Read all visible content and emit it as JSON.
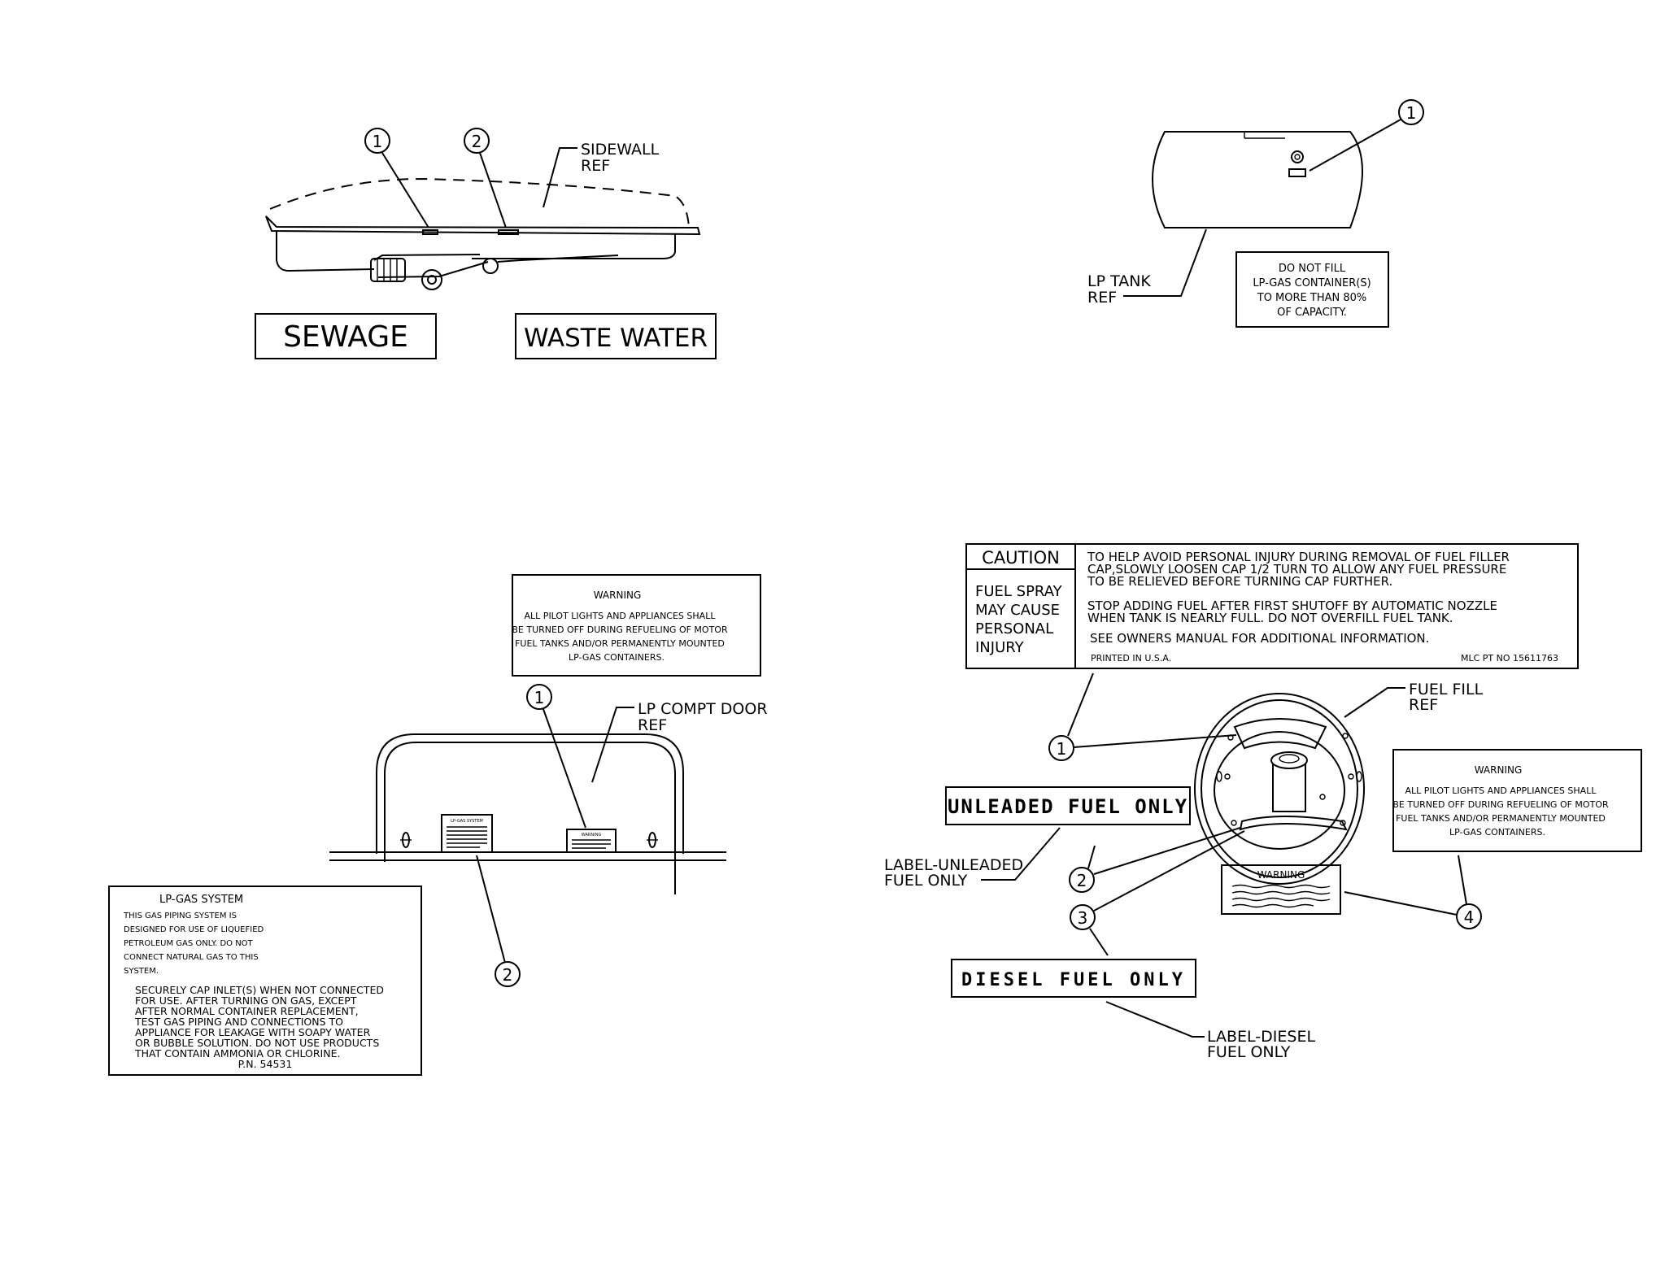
{
  "sewage_panel": {
    "callout_1": "1",
    "callout_2": "2",
    "sidewall_ref": [
      "SIDEWALL",
      "REF"
    ],
    "label_sewage": "SEWAGE",
    "label_waste_water": "WASTE WATER"
  },
  "lp_tank_panel": {
    "callout_1": "1",
    "lp_tank_ref": [
      "LP TANK",
      "REF"
    ],
    "notice_lines": [
      "DO NOT FILL",
      "LP-GAS CONTAINER(S)",
      "TO MORE THAN 80%",
      "OF CAPACITY."
    ]
  },
  "lp_door_panel": {
    "callout_1": "1",
    "callout_2": "2",
    "door_ref": [
      "LP COMPT DOOR",
      "REF"
    ],
    "warning_title": "WARNING",
    "warning_lines": [
      "ALL PILOT LIGHTS AND APPLIANCES SHALL",
      "BE TURNED OFF DURING REFUELING OF MOTOR",
      "FUEL TANKS AND/OR PERMANENTLY MOUNTED",
      "LP-GAS CONTAINERS."
    ],
    "lpgas_title": "LP-GAS SYSTEM",
    "lpgas_small_lines": [
      "THIS GAS PIPING SYSTEM IS",
      "DESIGNED FOR USE OF LIQUEFIED",
      "PETROLEUM GAS ONLY.  DO NOT",
      "CONNECT NATURAL GAS TO THIS",
      "SYSTEM."
    ],
    "lpgas_large_lines": [
      "SECURELY CAP INLET(S) WHEN NOT CONNECTED",
      "FOR USE. AFTER TURNING ON GAS, EXCEPT",
      "AFTER NORMAL CONTAINER REPLACEMENT,",
      "TEST GAS PIPING AND CONNECTIONS TO",
      "APPLIANCE FOR LEAKAGE WITH SOAPY WATER",
      "OR BUBBLE SOLUTION. DO NOT USE PRODUCTS",
      "THAT CONTAIN AMMONIA OR CHLORINE."
    ],
    "lpgas_pn": "P.N. 54531",
    "mini_label_left": "LP-GAS SYSTEM",
    "mini_label_right": "WARNING"
  },
  "fuel_panel": {
    "caution_title": "CAUTION",
    "caution_side": [
      "FUEL SPRAY",
      "MAY CAUSE",
      "PERSONAL",
      "INJURY"
    ],
    "caution_p1": [
      "TO HELP AVOID PERSONAL INJURY DURING REMOVAL OF FUEL FILLER",
      "CAP,SLOWLY LOOSEN CAP 1/2 TURN TO ALLOW ANY FUEL PRESSURE",
      "TO BE RELIEVED BEFORE TURNING CAP FURTHER."
    ],
    "caution_p2": [
      "STOP ADDING FUEL AFTER FIRST SHUTOFF BY AUTOMATIC NOZZLE",
      "WHEN TANK IS NEARLY FULL. DO NOT OVERFILL FUEL TANK."
    ],
    "caution_p3": "SEE OWNERS MANUAL FOR ADDITIONAL INFORMATION.",
    "printed": "PRINTED IN U.S.A.",
    "part_no": "MLC PT NO 15611763",
    "fuel_fill_ref": [
      "FUEL FILL",
      "REF"
    ],
    "callout_1": "1",
    "callout_2": "2",
    "callout_3": "3",
    "callout_4": "4",
    "unleaded_label": "UNLEADED FUEL ONLY",
    "unleaded_leader": [
      "LABEL-UNLEADED",
      "FUEL ONLY"
    ],
    "diesel_label": "DIESEL FUEL ONLY",
    "diesel_leader": [
      "LABEL-DIESEL",
      "FUEL ONLY"
    ],
    "small_warning": "WARNING",
    "warning_title": "WARNING",
    "warning_lines": [
      "ALL PILOT LIGHTS AND APPLIANCES SHALL",
      "BE TURNED OFF DURING REFUELING OF MOTOR",
      "FUEL TANKS AND/OR PERMANENTLY MOUNTED",
      "LP-GAS CONTAINERS."
    ]
  }
}
